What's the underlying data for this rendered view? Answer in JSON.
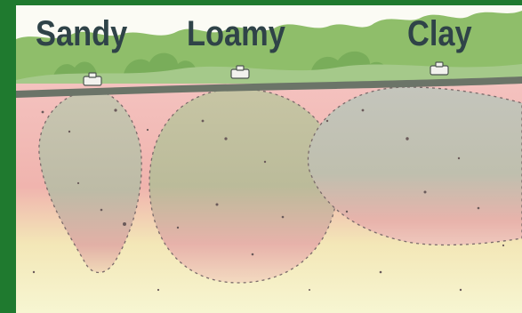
{
  "labels": {
    "sandy": "Sandy",
    "loamy": "Loamy",
    "clay": "Clay"
  },
  "colors": {
    "border": "#1f7a2f",
    "grass": "#8fbe6a",
    "surface": "#6b7468",
    "soil_pink": "#f1b2ad",
    "soil_yellow": "#f7f3b9",
    "water_gray": "#bdbcad",
    "label": "#2f4348"
  }
}
